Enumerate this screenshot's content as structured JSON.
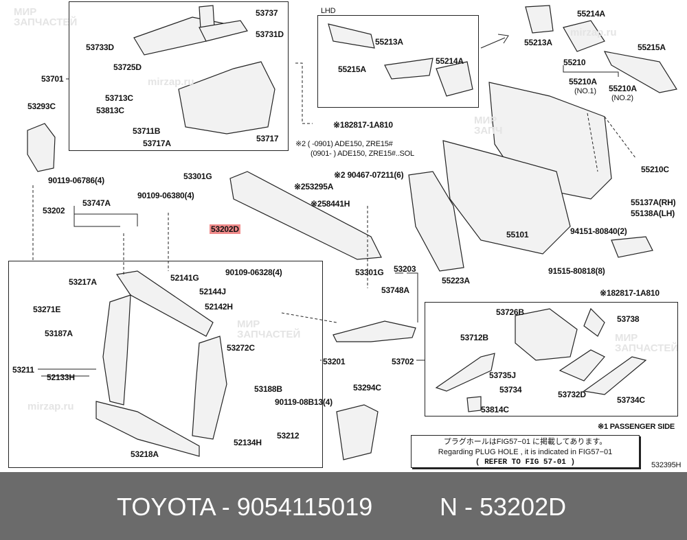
{
  "diagram": {
    "labels": {
      "l53737": "53737",
      "l53731D": "53731D",
      "l53733D": "53733D",
      "l53725D": "53725D",
      "l53701": "53701",
      "l53713C": "53713C",
      "l53813C": "53813C",
      "l53293C": "53293C",
      "l53711B": "53711B",
      "l53717A": "53717A",
      "l53717": "53717",
      "lhd": "LHD",
      "l55213A_lhd": "55213A",
      "l55215A_lhd": "55215A",
      "l55214A_lhd": "55214A",
      "clip1": "※182817-1A810",
      "note2a": "※2 (      -0901) ADE150, ZRE15#",
      "note2b": "(0901-      ) ADE150, ZRE15#..SOL",
      "l55214A": "55214A",
      "l55213A": "55213A",
      "l55215A": "55215A",
      "l55210": "55210",
      "l55210A1": "55210A",
      "no1": "(NO.1)",
      "l55210A2": "55210A",
      "no2": "(NO.2)",
      "l55210C": "55210C",
      "l55137A": "55137A(RH)",
      "l55138A": "55138A(LH)",
      "l94151": "94151-80840(2)",
      "l55101": "55101",
      "l91515": "91515-80818(8)",
      "l55223A": "55223A",
      "clip2": "※182817-1A810",
      "l53738": "53738",
      "l53726B": "53726B",
      "l53712B": "53712B",
      "l53735J": "53735J",
      "l53734": "53734",
      "l53732D": "53732D",
      "l53734C": "53734C",
      "l53814C": "53814C",
      "l53301G_a": "53301G",
      "l90109_06380": "90109-06380(4)",
      "l90119_06786": "90119-06786(4)",
      "l53202": "53202",
      "l53747A": "53747A",
      "l53202D": "53202D",
      "l53295A": "※253295A",
      "l58441H": "※258441H",
      "l90467": "※2 90467-07211(6)",
      "l53301G_b": "53301G",
      "l53203": "53203",
      "l53748A": "53748A",
      "l53217A": "53217A",
      "l52141G": "52141G",
      "l90109_06328": "90109-06328(4)",
      "l52144J": "52144J",
      "l52142H": "52142H",
      "l53271E": "53271E",
      "l53187A": "53187A",
      "l53272C": "53272C",
      "l53201": "53201",
      "l53702": "53702",
      "l53211": "53211",
      "l52133H": "52133H",
      "l53188B": "53188B",
      "l90119_08B13": "90119-08B13(4)",
      "l53294C": "53294C",
      "l53212": "53212",
      "l52134H": "52134H",
      "l53218A": "53218A",
      "passenger": "※1 PASSENGER SIDE",
      "figcode": "532395H"
    },
    "note": {
      "line1": "プラグホールはFIG57−01 に掲載してあります。",
      "line2": "Regarding  PLUG HOLE , it is indicated in FIG57−01",
      "line3": "(  REFER TO FIG 57-01 )"
    },
    "watermark": [
      "МИР ЗАПЧАСТЕЙ",
      "mirzap.ru"
    ]
  },
  "footer": {
    "part": "TOYOTA - 9054115019",
    "ref": "N - 53202D"
  },
  "colors": {
    "highlight": "#f08a8a",
    "footer_bg": "#6b6b6b"
  }
}
